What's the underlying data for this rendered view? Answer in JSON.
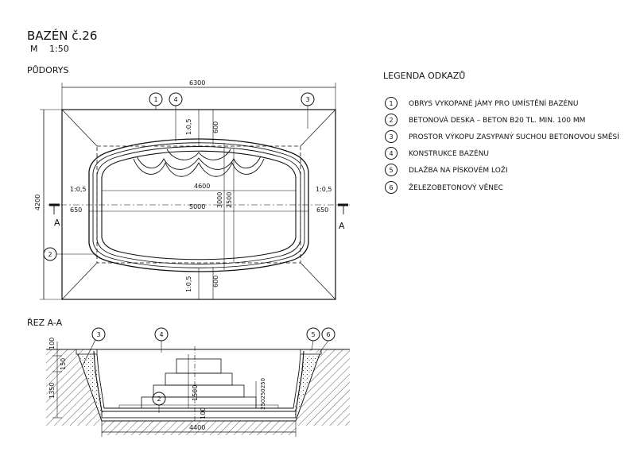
{
  "title": "BAZÉN č.26",
  "scale_label": "M",
  "scale_value": "1:50",
  "plan_heading": "PŮDORYS",
  "section_heading": "ŘEZ A-A",
  "legend": {
    "heading": "LEGENDA ODKAZŮ",
    "items": [
      {
        "num": "1",
        "text": "OBRYS VYKOPANÉ JÁMY PRO UMÍSTĚNÍ BAZÉNU"
      },
      {
        "num": "2",
        "text": "BETONOVÁ DESKA – BETON B20 TL. MIN. 100 MM"
      },
      {
        "num": "3",
        "text": "PROSTOR VÝKOPU ZASYPANÝ SUCHOU BETONOVOU SMĚSÍ"
      },
      {
        "num": "4",
        "text": "KONSTRUKCE BAZÉNU"
      },
      {
        "num": "5",
        "text": "DLAŽBA NA PÍSKOVÉM LOŽI"
      },
      {
        "num": "6",
        "text": "ŽELEZOBETONOVÝ VĚNEC"
      }
    ]
  },
  "plan": {
    "dims": {
      "total_width": "6300",
      "total_height": "4200",
      "inner_4600": "4600",
      "inner_5000": "5000",
      "depth_3000": "3000",
      "depth_2500": "2500",
      "top_600": "600",
      "bottom_600": "600",
      "left_650": "650",
      "right_650": "650",
      "slope_top": "1:0,5",
      "slope_bottom": "1:0,5",
      "slope_left": "1:0,5",
      "slope_right": "1:0,5"
    },
    "section_marker_left": "A",
    "section_marker_right": "A",
    "callouts": [
      "1",
      "4",
      "3",
      "2"
    ]
  },
  "section": {
    "dims": {
      "width_4400": "4400",
      "h_100_top": "100",
      "h_150": "150",
      "h_1350": "1350",
      "h_1500": "1500",
      "h_100_bottom": "100",
      "steps": "250250250"
    },
    "callouts": [
      "3",
      "4",
      "5",
      "6",
      "2"
    ]
  }
}
